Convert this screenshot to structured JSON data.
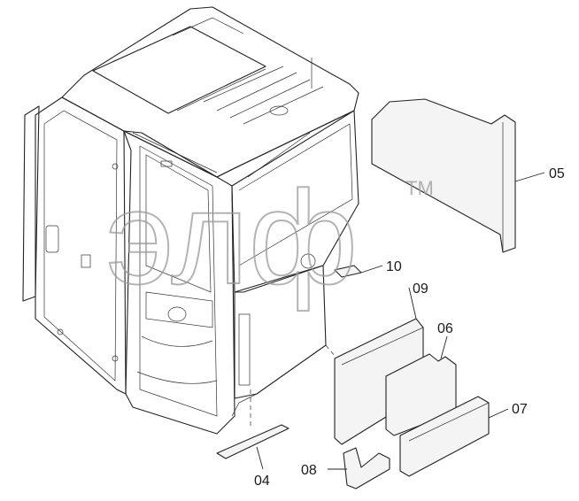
{
  "watermark": {
    "text": "элф",
    "trademark": "TM"
  },
  "callouts": [
    {
      "id": "05",
      "label": "05"
    },
    {
      "id": "10",
      "label": "10"
    },
    {
      "id": "09",
      "label": "09"
    },
    {
      "id": "06",
      "label": "06"
    },
    {
      "id": "07",
      "label": "07"
    },
    {
      "id": "04",
      "label": "04"
    },
    {
      "id": "08",
      "label": "08"
    }
  ]
}
